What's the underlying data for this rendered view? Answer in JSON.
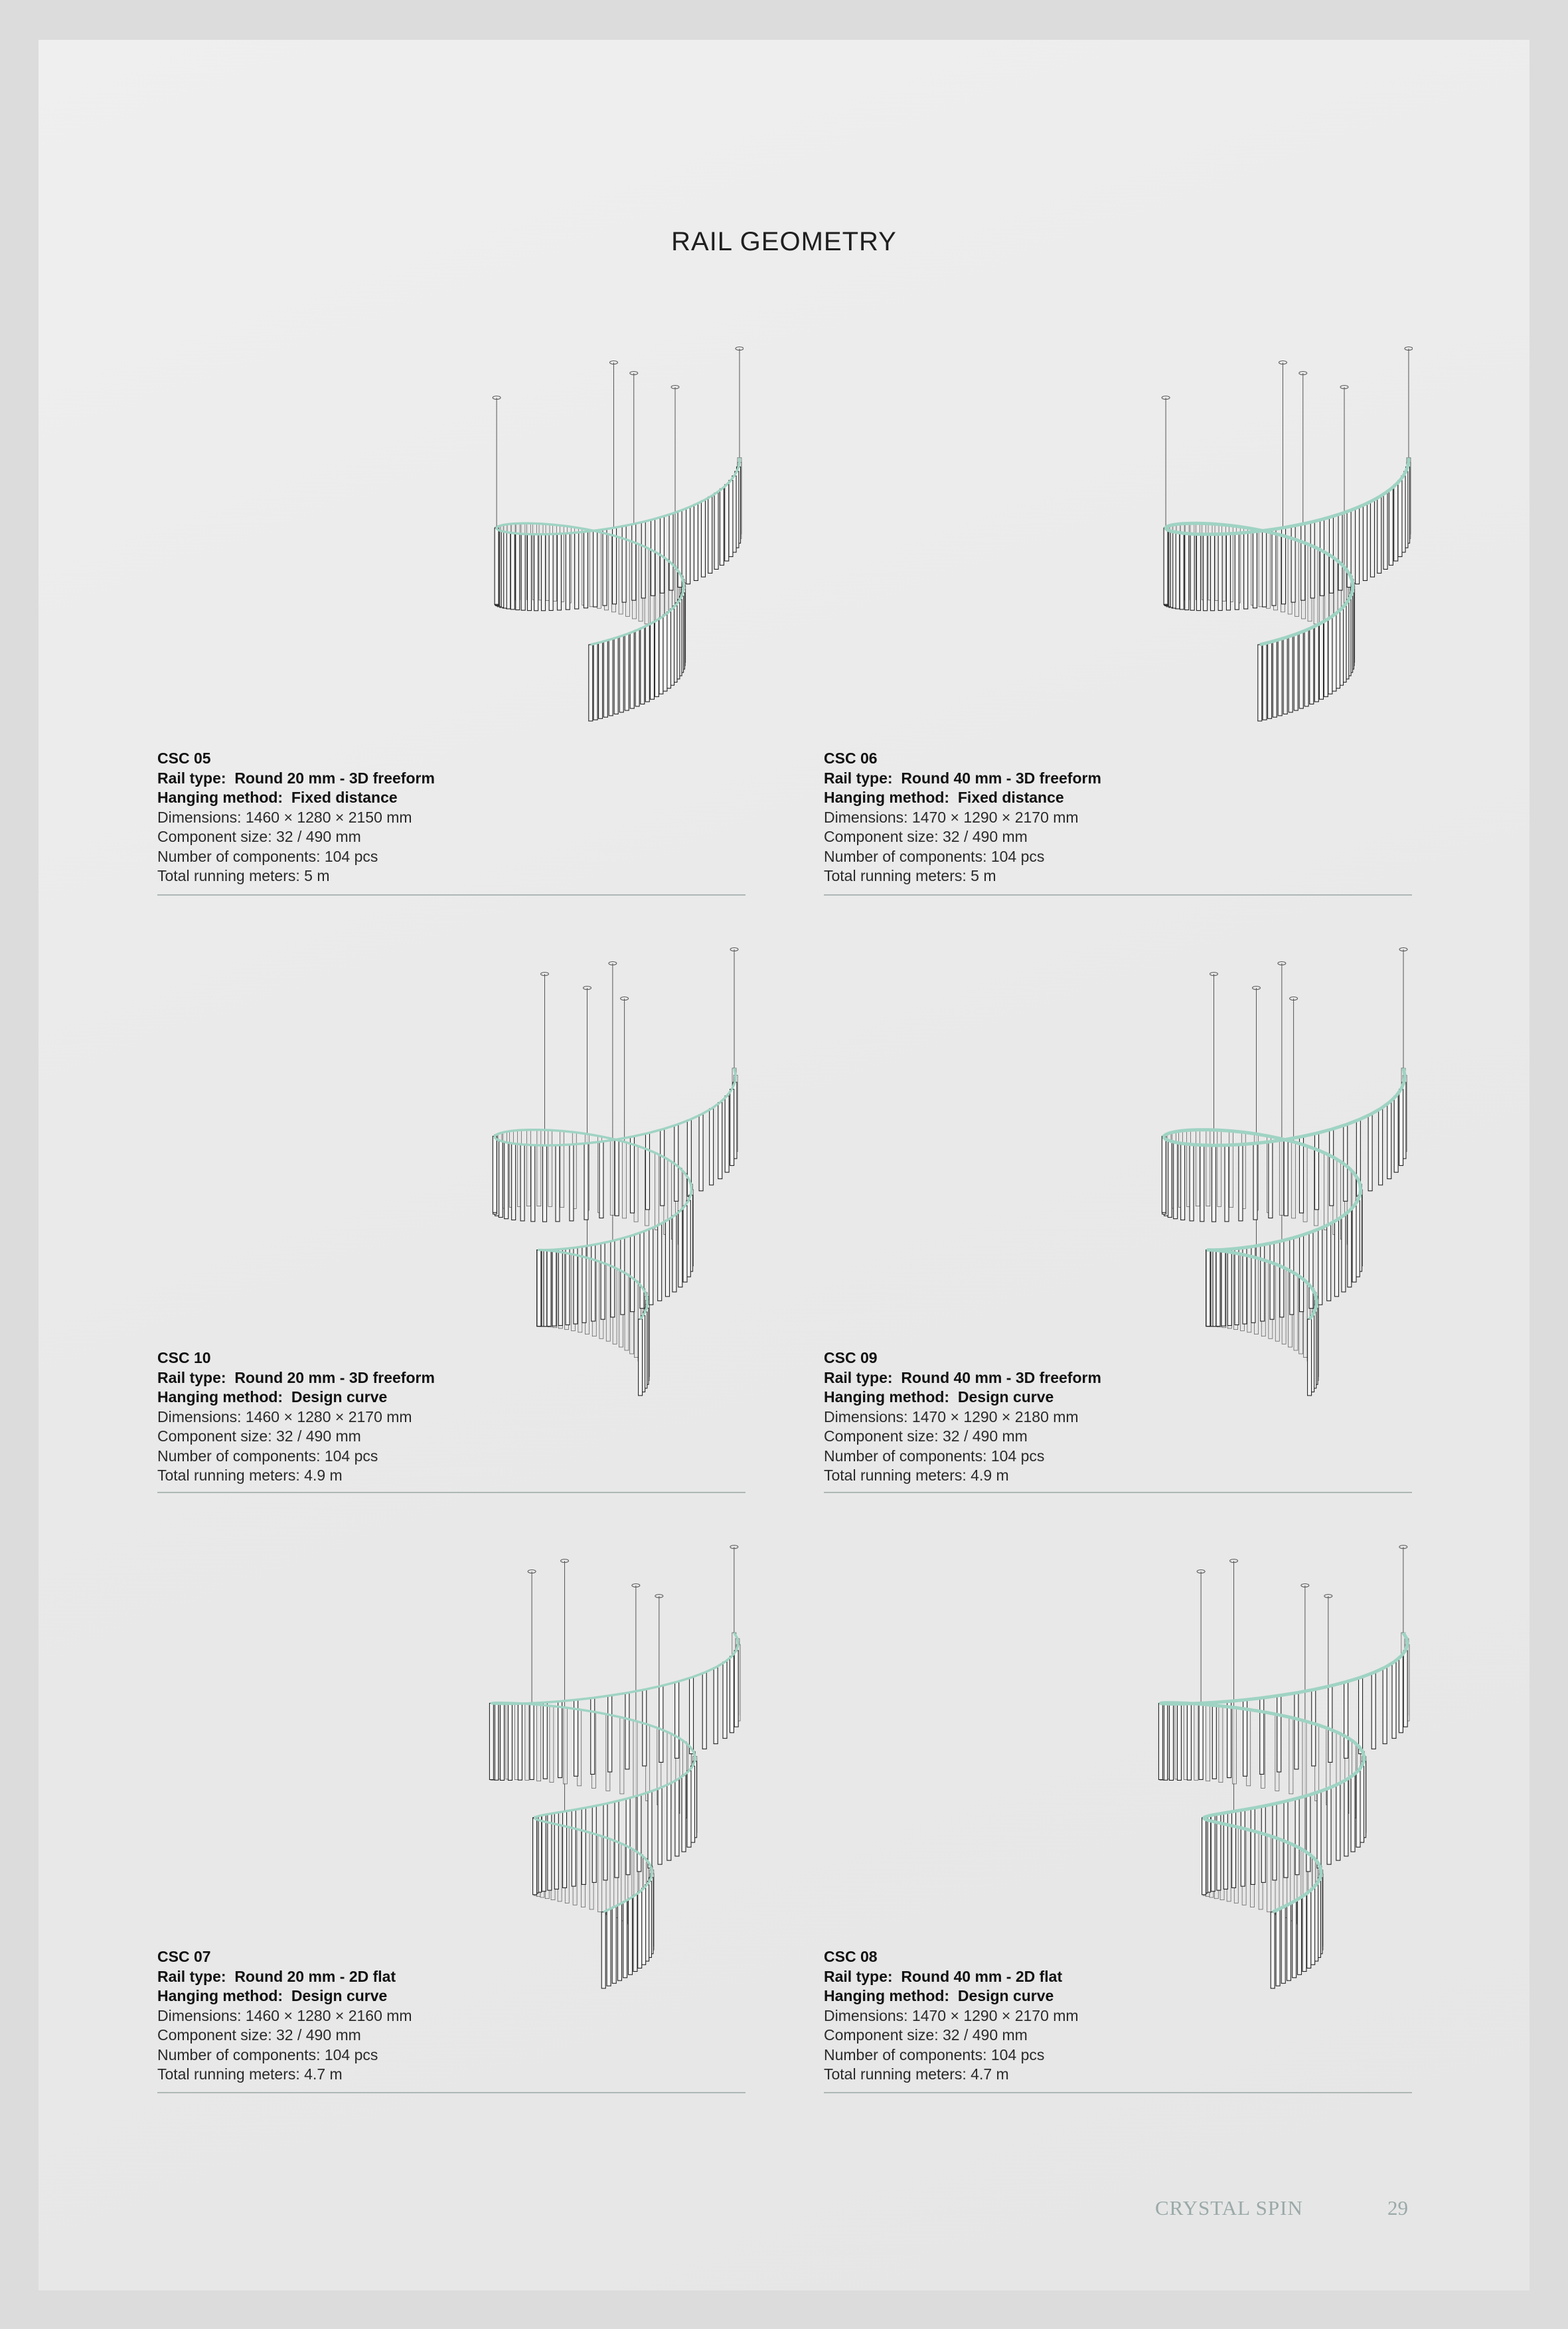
{
  "title": "RAIL GEOMETRY",
  "products": [
    {
      "code": "CSC 05",
      "rail_label": "Rail type:",
      "rail": "Round 20 mm - 3D freeform",
      "hang_label": "Hanging method:",
      "hang": "Fixed distance",
      "dimensions": "Dimensions: 1460 × 1280 × 2150 mm",
      "component_size": "Component size: 32 / 490 mm",
      "count": "Number of components: 104 pcs",
      "running": "Total running meters: 5 m",
      "variant": "freeform"
    },
    {
      "code": "CSC 06",
      "rail_label": "Rail type:",
      "rail": "Round 40 mm - 3D freeform",
      "hang_label": "Hanging method:",
      "hang": "Fixed distance",
      "dimensions": "Dimensions: 1470 × 1290 × 2170 mm",
      "component_size": "Component size: 32 / 490 mm",
      "count": "Number of components: 104 pcs",
      "running": "Total running meters: 5 m",
      "variant": "freeform"
    },
    {
      "code": "CSC 10",
      "rail_label": "Rail type:",
      "rail": "Round 20 mm - 3D freeform",
      "hang_label": "Hanging method:",
      "hang": "Design curve",
      "dimensions": "Dimensions: 1460 × 1280 × 2170 mm",
      "component_size": "Component size: 32 / 490 mm",
      "count": "Number of components: 104 pcs",
      "running": "Total running meters: 4.9 m",
      "variant": "curve"
    },
    {
      "code": "CSC 09",
      "rail_label": "Rail type:",
      "rail": "Round 40 mm - 3D freeform",
      "hang_label": "Hanging method:",
      "hang": "Design curve",
      "dimensions": "Dimensions: 1470 × 1290 × 2180 mm",
      "component_size": "Component size: 32 / 490 mm",
      "count": "Number of components: 104 pcs",
      "running": "Total running meters: 4.9 m",
      "variant": "curve"
    },
    {
      "code": "CSC 07",
      "rail_label": "Rail type:",
      "rail": "Round 20 mm - 2D flat",
      "hang_label": "Hanging method:",
      "hang": "Design curve",
      "dimensions": "Dimensions: 1460 × 1280 × 2160 mm",
      "component_size": "Component size: 32 / 490 mm",
      "count": "Number of components: 104 pcs",
      "running": "Total running meters: 4.7 m",
      "variant": "flat"
    },
    {
      "code": "CSC 08",
      "rail_label": "Rail type:",
      "rail": "Round 40 mm - 2D flat",
      "hang_label": "Hanging method:",
      "hang": "Design curve",
      "dimensions": "Dimensions: 1470 × 1290 × 2170 mm",
      "component_size": "Component size: 32 / 490 mm",
      "count": "Number of components: 104 pcs",
      "running": "Total running meters: 4.7 m",
      "variant": "flat"
    }
  ],
  "footer": {
    "brand": "CRYSTAL SPIN",
    "page": "29"
  },
  "colors": {
    "rail": "#9fd3c3",
    "tube": "#222222"
  }
}
